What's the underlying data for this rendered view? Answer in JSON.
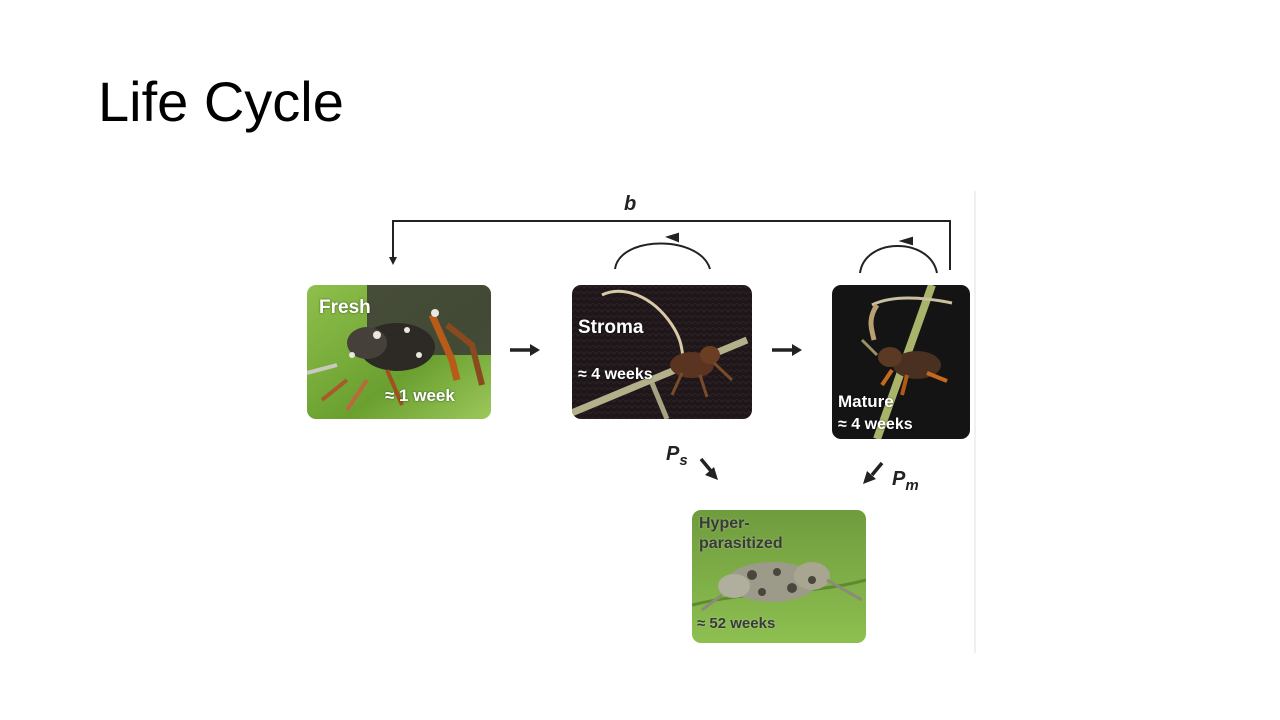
{
  "slide": {
    "title": "Life Cycle"
  },
  "diagram": {
    "feedback_label": "b",
    "ps_label": "P",
    "ps_sub": "s",
    "pm_label": "P",
    "pm_sub": "m",
    "stages": {
      "fresh": {
        "name": "Fresh",
        "duration": "≈ 1 week"
      },
      "stroma": {
        "name": "Stroma",
        "duration": "≈ 4 weeks"
      },
      "mature": {
        "name": "Mature",
        "duration": "≈ 4 weeks"
      },
      "hyper": {
        "name_line1": "Hyper-",
        "name_line2": "parasitized",
        "duration": "≈ 52 weeks"
      }
    }
  },
  "colors": {
    "arrow": "#222222",
    "fresh_bg": "#7fae3e",
    "stroma_bg": "#1c1417",
    "mature_bg": "#141414",
    "hyper_bg": "#7aa846"
  }
}
